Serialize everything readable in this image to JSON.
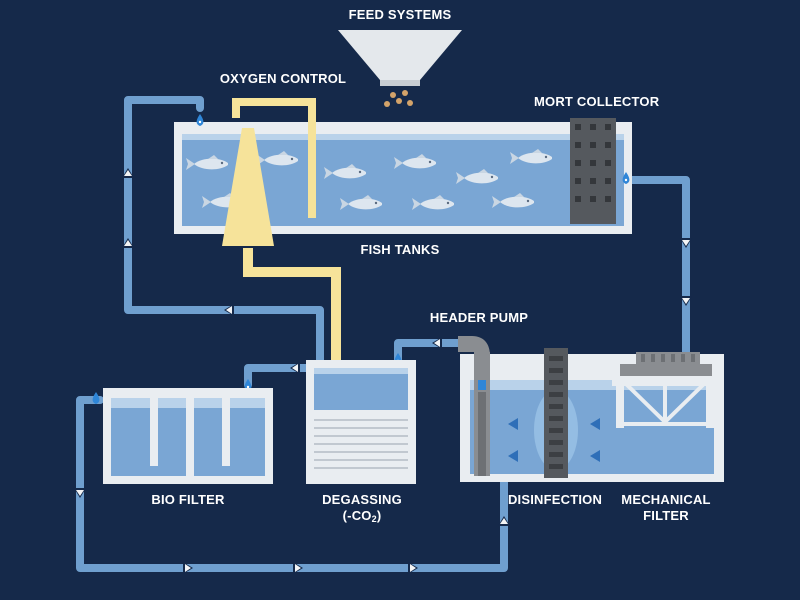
{
  "labels": {
    "feed_systems": "FEED SYSTEMS",
    "oxygen_control": "OXYGEN CONTROL",
    "mort_collector": "MORT COLLECTOR",
    "fish_tanks": "FISH TANKS",
    "header_pump": "HEADER PUMP",
    "bio_filter": "BIO FILTER",
    "degassing_line1": "DEGASSING",
    "degassing_line2_pre": "(-CO",
    "degassing_line2_sub": "2",
    "degassing_line2_post": ")",
    "disinfection": "DISINFECTION",
    "mechanical_filter_line1": "MECHANICAL",
    "mechanical_filter_line2": "FILTER"
  },
  "colors": {
    "background": "#15294a",
    "pipe": "#6f9fcf",
    "pipe_dark": "#4f7fb4",
    "water": "#7aa6d4",
    "water_light": "#b9d2ea",
    "tank_wall": "#e9edf1",
    "oxygen": "#f6e39a",
    "hopper": "#e4e8ec",
    "pump": "#8a8d91",
    "dark_grey": "#55595e"
  },
  "icons": [
    "droplet-icon",
    "flow-arrow-icon",
    "fish-icon",
    "hopper-icon",
    "pump-icon",
    "conveyor-icon",
    "uv-lamp-icon"
  ]
}
